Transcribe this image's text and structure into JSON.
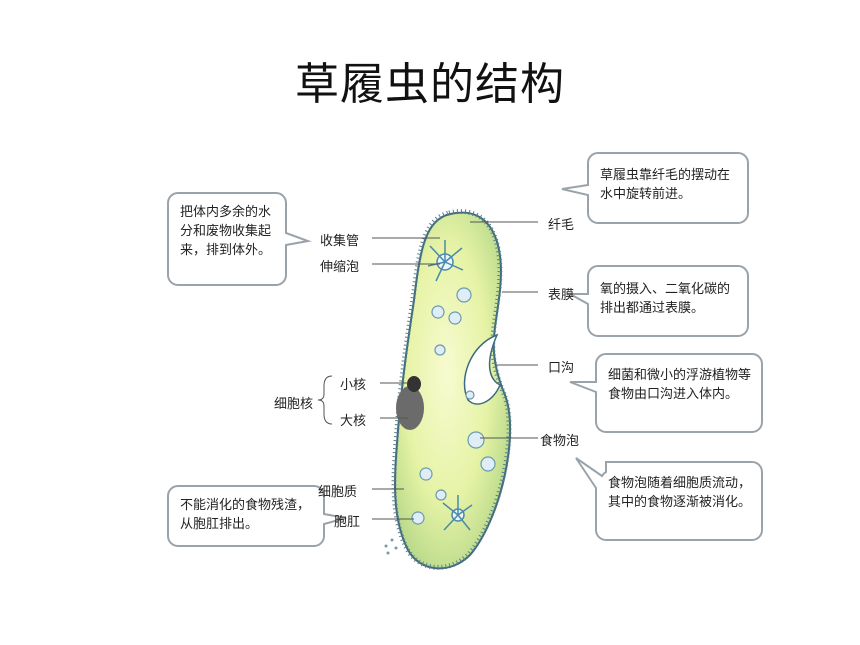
{
  "title": "草履虫的结构",
  "labels": {
    "cilia": "纤毛",
    "collecting_canal": "收集管",
    "contractile_vacuole": "伸缩泡",
    "pellicle": "表膜",
    "oral_groove": "口沟",
    "micronucleus": "小核",
    "nucleus_group": "细胞核",
    "macronucleus": "大核",
    "food_vacuole": "食物泡",
    "cytoplasm": "细胞质",
    "anal_pore": "胞肛"
  },
  "notes": {
    "excretion": "把体内多余的水分和废物收集起来，排到体外。",
    "movement": "草履虫靠纤毛的摆动在水中旋转前进。",
    "respiration": "氧的摄入、二氧化碳的排出都通过表膜。",
    "feeding": "细菌和微小的浮游植物等食物由口沟进入体内。",
    "digestion": "食物泡随着细胞质流动，其中的食物逐渐被消化。",
    "egestion": "不能消化的食物残渣，从胞肛排出。"
  }
}
